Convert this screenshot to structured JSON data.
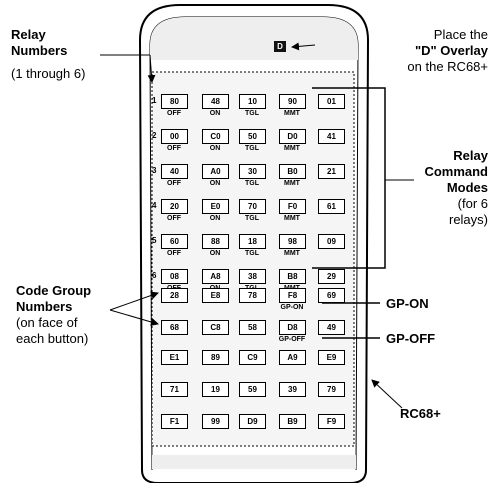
{
  "labels": {
    "relay_numbers_title": "Relay Numbers",
    "relay_numbers_title_line1": "Relay",
    "relay_numbers_title_line2": "Numbers",
    "relay_numbers_sub": "(1 through 6)",
    "place_line1": "Place the",
    "place_line2": "\"D\" Overlay",
    "place_line3": "on the RC68+",
    "rcm_line1": "Relay",
    "rcm_line2": "Command",
    "rcm_line3": "Modes",
    "rcm_line4": "(for 6",
    "rcm_line5": "relays)",
    "cg_line1": "Code Group",
    "cg_line2": "Numbers",
    "cg_line3": "(on face of",
    "cg_line4": "each button)",
    "gp_on": "GP-ON",
    "gp_off": "GP-OFF",
    "rc68": "RC68+",
    "d_overlay": "D"
  },
  "relay_rows": [
    {
      "num": "1",
      "codes": [
        "80",
        "48",
        "10",
        "90",
        "01"
      ]
    },
    {
      "num": "2",
      "codes": [
        "00",
        "C0",
        "50",
        "D0",
        "41"
      ]
    },
    {
      "num": "3",
      "codes": [
        "40",
        "A0",
        "30",
        "B0",
        "21"
      ]
    },
    {
      "num": "4",
      "codes": [
        "20",
        "E0",
        "70",
        "F0",
        "61"
      ]
    },
    {
      "num": "5",
      "codes": [
        "60",
        "88",
        "18",
        "98",
        "09"
      ]
    },
    {
      "num": "6",
      "codes": [
        "08",
        "A8",
        "38",
        "B8",
        "29"
      ]
    }
  ],
  "modes": [
    "OFF",
    "ON",
    "TGL",
    "MMT"
  ],
  "group_rows": [
    {
      "codes": [
        "28",
        "E8",
        "78",
        "F8",
        "69"
      ],
      "sub": "GP-ON"
    },
    {
      "codes": [
        "68",
        "C8",
        "58",
        "D8",
        "49"
      ],
      "sub": "GP-OFF"
    },
    {
      "codes": [
        "E1",
        "89",
        "C9",
        "A9",
        "E9"
      ],
      "sub": ""
    },
    {
      "codes": [
        "71",
        "19",
        "59",
        "39",
        "79"
      ],
      "sub": ""
    },
    {
      "codes": [
        "F1",
        "99",
        "D9",
        "B9",
        "F9"
      ],
      "sub": ""
    }
  ]
}
